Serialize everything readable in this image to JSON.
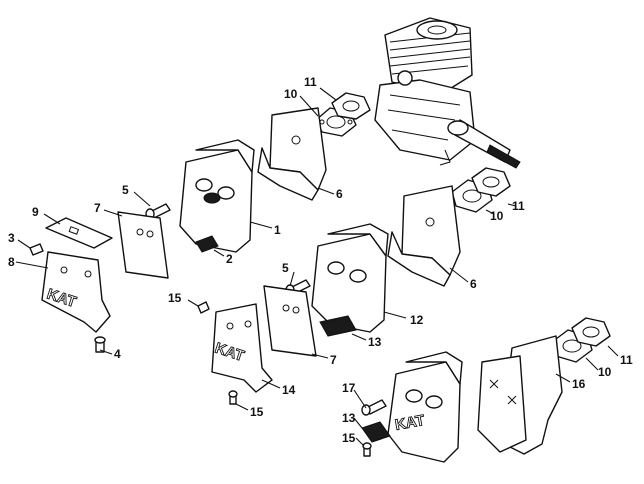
{
  "callouts": {
    "c1": "1",
    "c2": "2",
    "c3": "3",
    "c4": "4",
    "c5a": "5",
    "c5b": "5",
    "c6a": "6",
    "c6b": "6",
    "c7a": "7",
    "c7b": "7",
    "c8": "8",
    "c9": "9",
    "c10a": "10",
    "c10b": "10",
    "c10c": "10",
    "c11a": "11",
    "c11b": "11",
    "c11c": "11",
    "c12": "12",
    "c13a": "13",
    "c13b": "13",
    "c14": "14",
    "c15a": "15",
    "c15b": "15",
    "c15c": "15",
    "c16": "16",
    "c17": "17"
  },
  "kat_marks": {
    "k1": "KAT",
    "k2": "KAT",
    "k3": "KAT"
  }
}
